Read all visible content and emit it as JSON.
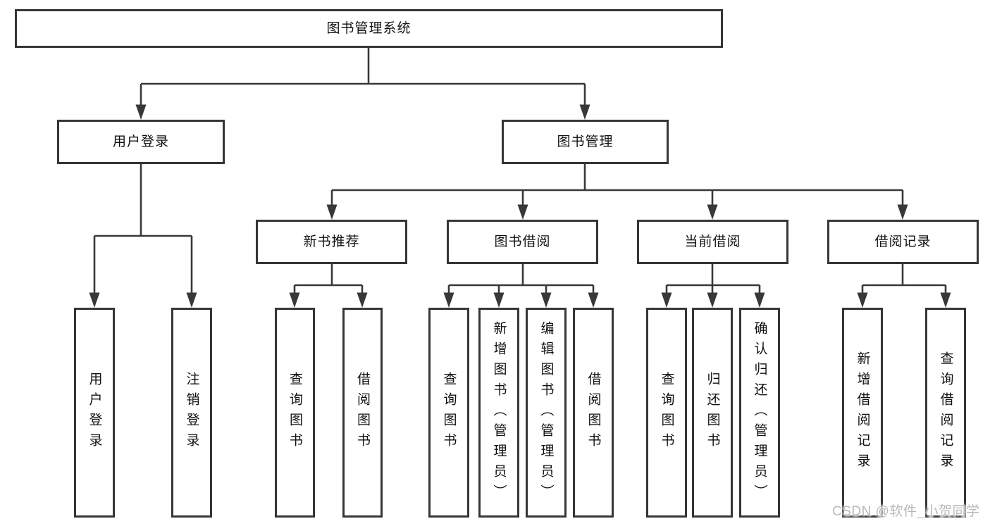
{
  "watermark": {
    "text": "CSDN @软件_小贺同学"
  },
  "colors": {
    "background": "#ffffff",
    "line": "#383838",
    "box_border": "#363636",
    "text": "#111111",
    "watermark": "#b9b9b9"
  },
  "tree": {
    "label": "图书管理系统",
    "children": [
      {
        "label": "用户登录",
        "children": [
          {
            "label": "用户登录"
          },
          {
            "label": "注销登录"
          }
        ]
      },
      {
        "label": "图书管理",
        "children": [
          {
            "label": "新书推荐",
            "children": [
              {
                "label": "查询图书"
              },
              {
                "label": "借阅图书"
              }
            ]
          },
          {
            "label": "图书借阅",
            "children": [
              {
                "label": "查询图书"
              },
              {
                "label": "新增图书（管理员）"
              },
              {
                "label": "编辑图书（管理员）"
              },
              {
                "label": "借阅图书"
              }
            ]
          },
          {
            "label": "当前借阅",
            "children": [
              {
                "label": "查询图书"
              },
              {
                "label": "归还图书"
              },
              {
                "label": "确认归还（管理员）"
              }
            ]
          },
          {
            "label": "借阅记录",
            "children": [
              {
                "label": "新增借阅记录"
              },
              {
                "label": "查询借阅记录"
              }
            ]
          }
        ]
      }
    ]
  }
}
